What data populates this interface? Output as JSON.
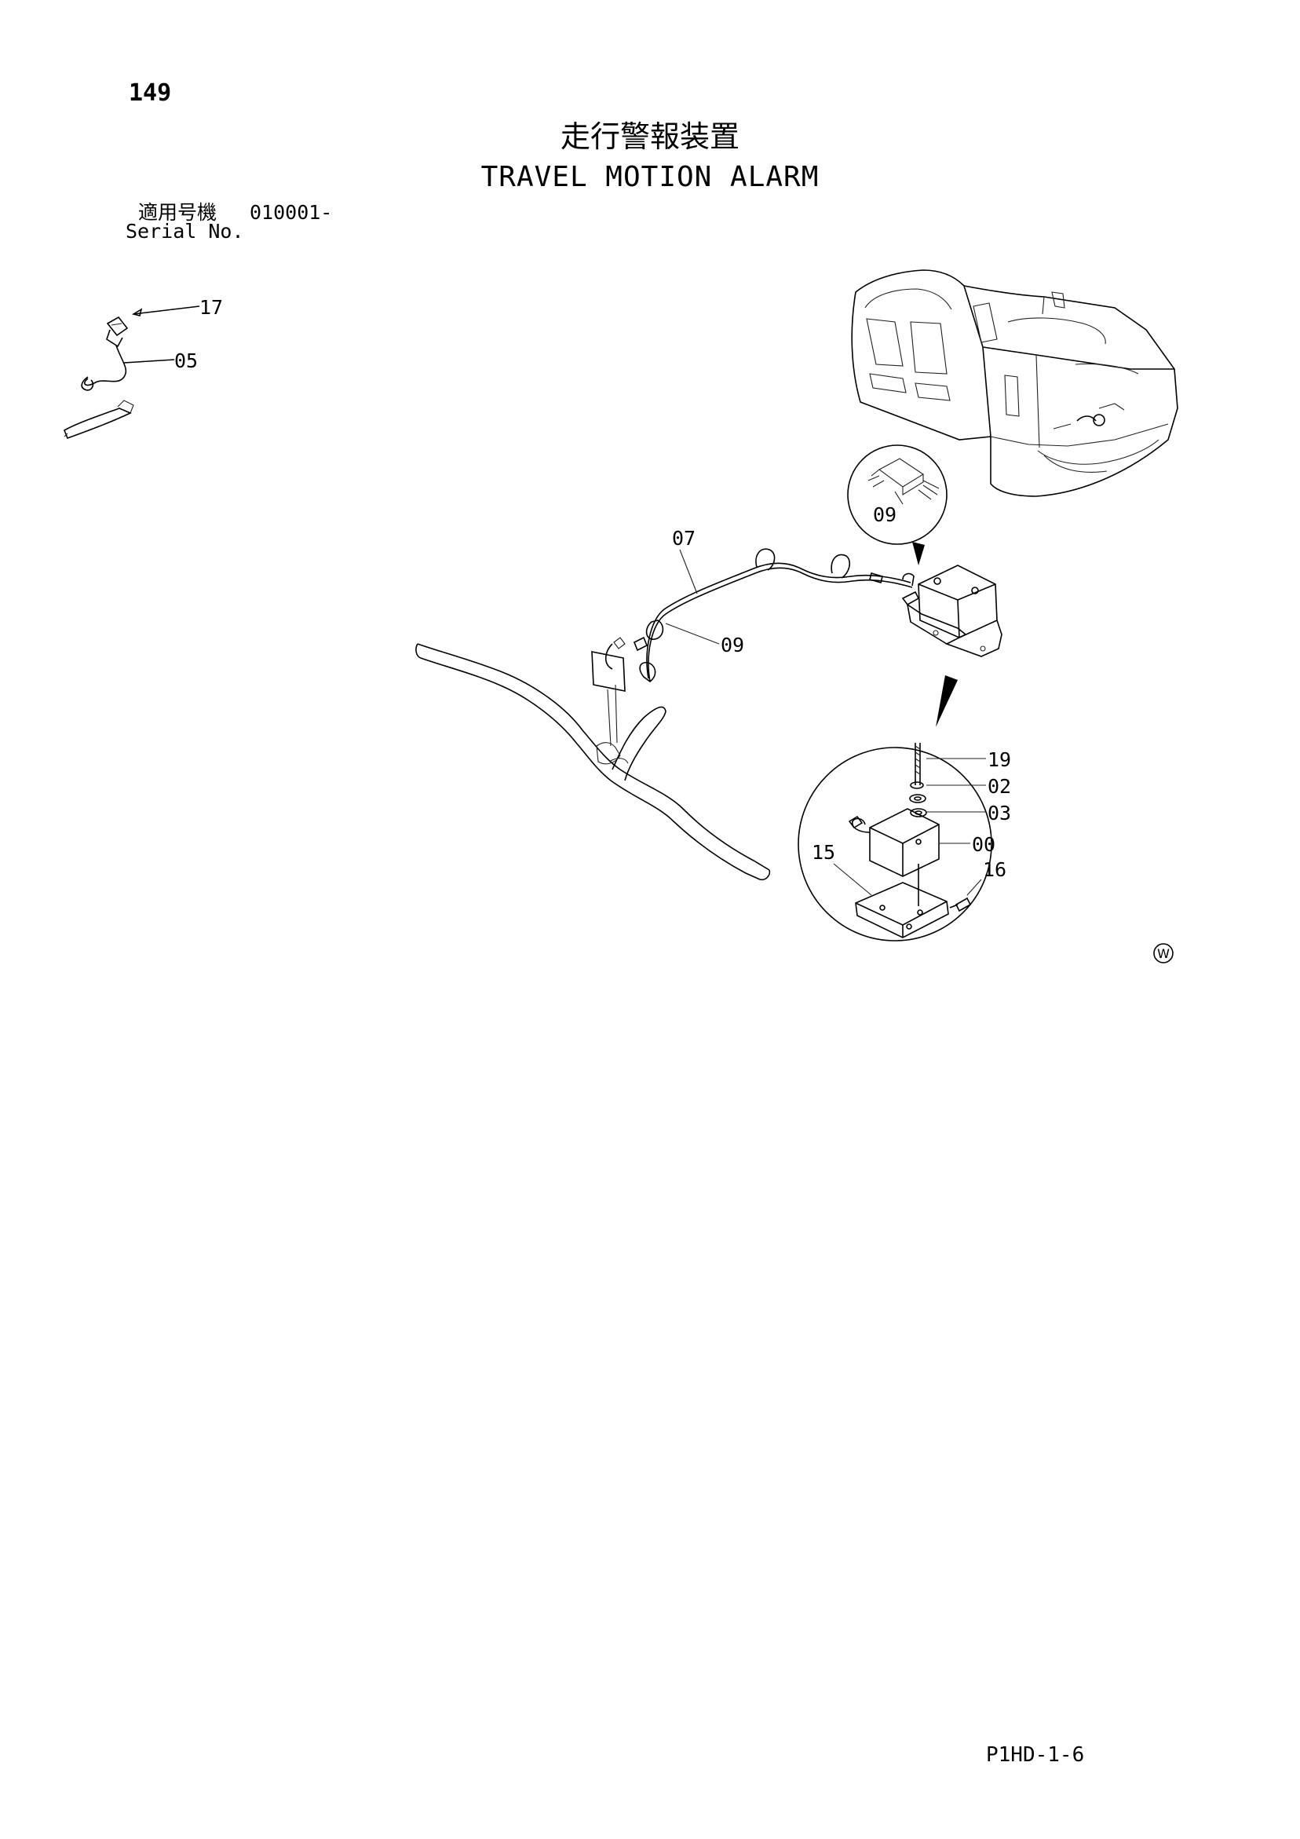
{
  "header": {
    "page_number": "149",
    "title_jp": "走行警報装置",
    "title_en": "TRAVEL MOTION ALARM",
    "serial_label_jp": "適用号機",
    "serial_value": "010001-",
    "serial_label_en": "Serial No."
  },
  "callouts": {
    "p17": "17",
    "p05": "05",
    "p07": "07",
    "p09_detail": "09",
    "p09_main": "09",
    "p19": "19",
    "p02": "02",
    "p03": "03",
    "p00": "00",
    "p15": "15",
    "p16": "16"
  },
  "mark": "W",
  "footer": {
    "page_code": "P1HD-1-6"
  }
}
